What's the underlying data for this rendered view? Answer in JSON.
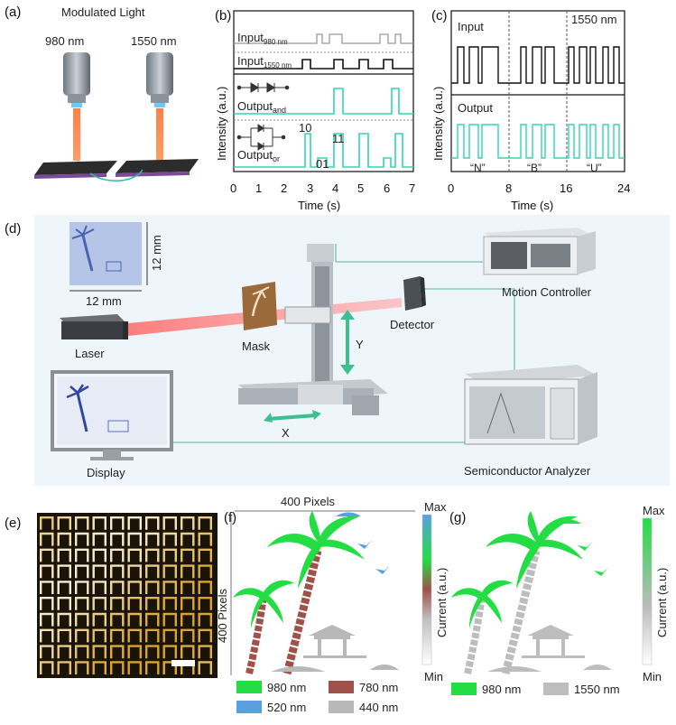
{
  "panels": {
    "a": {
      "label": "(a)",
      "title": "Modulated Light",
      "wl1": "980 nm",
      "wl2": "1550 nm"
    },
    "b": {
      "label": "(b)",
      "ylabel": "Intensity (a.u.)",
      "xlabel": "Time (s)",
      "xticks": [
        "0",
        "1",
        "2",
        "3",
        "4",
        "5",
        "6",
        "7"
      ],
      "in980_main": "Input",
      "in980_sub": "980 nm",
      "in1550_main": "Input",
      "in1550_sub": "1550 nm",
      "and_main": "Output",
      "and_sub": "and",
      "or_main": "Output",
      "or_sub": "or",
      "ann10": "10",
      "ann01": "01",
      "ann11": "11"
    },
    "c": {
      "label": "(c)",
      "ylabel": "Intensity (a.u.)",
      "xlabel": "Time (s)",
      "xticks": [
        "0",
        "8",
        "16",
        "24"
      ],
      "input": "Input",
      "wl": "1550 nm",
      "output": "Output",
      "letters": [
        "“N”",
        "“B”",
        "“U”"
      ]
    },
    "d": {
      "label": "(d)",
      "dim_v": "12 mm",
      "dim_h": "12 mm",
      "laser": "Laser",
      "mask": "Mask",
      "detector": "Detector",
      "motion": "Motion Controller",
      "y": "Y",
      "x": "X",
      "display": "Display",
      "analyzer": "Semiconductor Analyzer"
    },
    "e": {
      "label": "(e)"
    },
    "f": {
      "label": "(f)",
      "pixels_h": "400 Pixels",
      "pixels_v": "400 Pixels",
      "cb_max": "Max",
      "cb_min": "Min",
      "cb_label": "Current (a.u.)",
      "legend": [
        {
          "name": "980 nm",
          "color": "#22dd44"
        },
        {
          "name": "780 nm",
          "color": "#a0524a"
        },
        {
          "name": "520 nm",
          "color": "#5aa0e0"
        },
        {
          "name": "440 nm",
          "color": "#b8b8b8"
        }
      ]
    },
    "g": {
      "label": "(g)",
      "cb_max": "Max",
      "cb_min": "Min",
      "cb_label": "Current (a.u.)",
      "legend": [
        {
          "name": "980 nm",
          "color": "#22dd44"
        },
        {
          "name": "1550 nm",
          "color": "#bdbdbd"
        }
      ]
    }
  }
}
